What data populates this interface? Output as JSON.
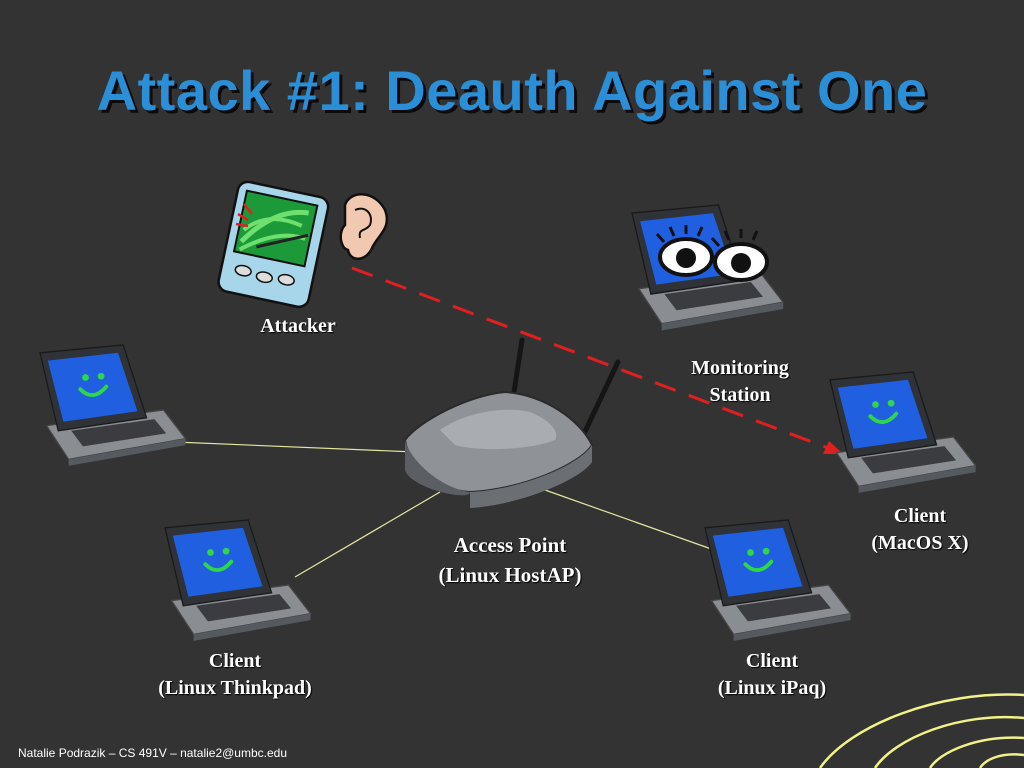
{
  "slide": {
    "title": "Attack #1: Deauth Against One",
    "footer": "Natalie Podrazik – CS 491V – natalie2@umbc.edu"
  },
  "nodes": {
    "attacker": {
      "line1": "Attacker",
      "icon": "pda-with-ear-icon"
    },
    "monitor": {
      "line1": "Monitoring",
      "line2": "Station",
      "icon": "laptop-with-eyes-icon"
    },
    "access_point": {
      "line1": "Access Point",
      "line2": "(Linux HostAP)",
      "icon": "wireless-router-icon"
    },
    "client_macos": {
      "line1": "Client",
      "line2": "(MacOS X)",
      "icon": "laptop-smiley-icon"
    },
    "client_thinkpad": {
      "line1": "Client",
      "line2": "(Linux Thinkpad)",
      "icon": "laptop-smiley-icon"
    },
    "client_ipaq": {
      "line1": "Client",
      "line2": "(Linux iPaq)",
      "icon": "laptop-smiley-icon"
    },
    "client_unlabeled": {
      "icon": "laptop-smiley-icon"
    }
  },
  "colors": {
    "background": "#333333",
    "title": "#2a8fd6",
    "link_line": "#e6e6a0",
    "attack_line": "#e02020",
    "accent_arcs": "#f2f28a",
    "screen": "#1f5fe0",
    "smiley": "#2fd64a"
  }
}
